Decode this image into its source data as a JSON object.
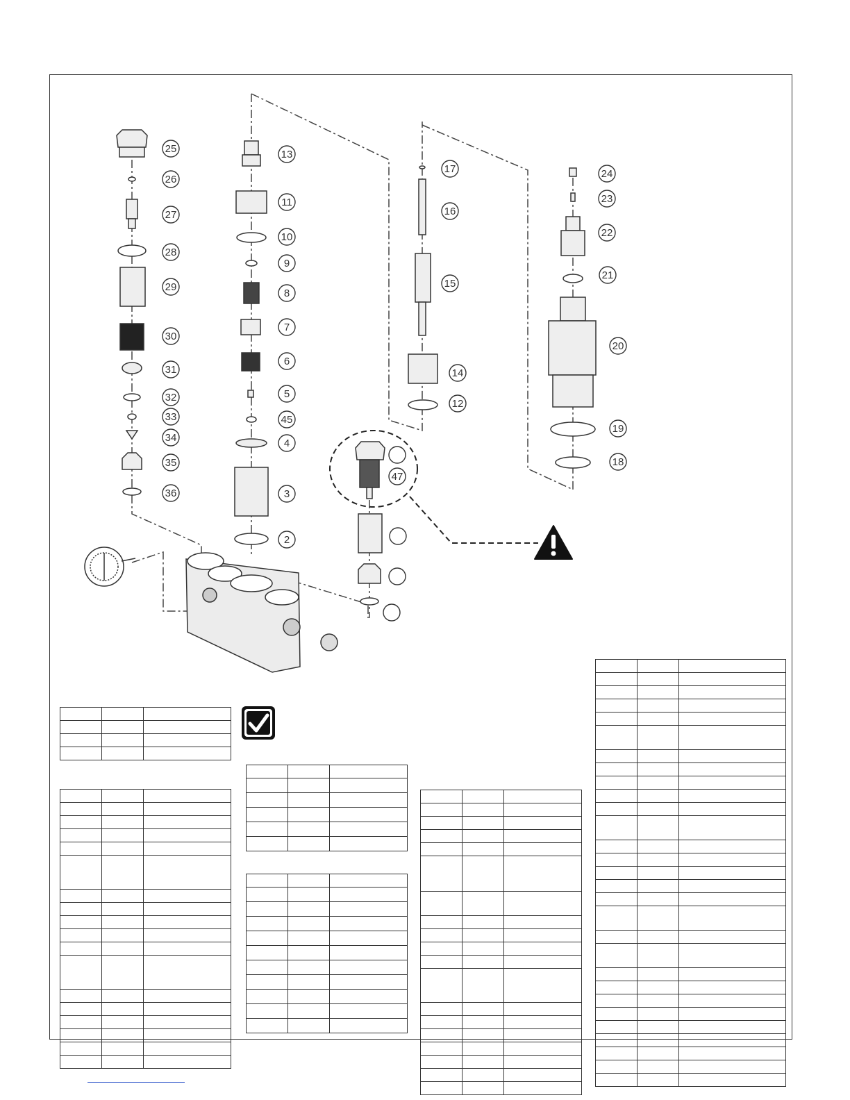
{
  "callouts": {
    "left_column": [
      "25",
      "26",
      "27",
      "28",
      "29",
      "30",
      "31",
      "32",
      "33",
      "34",
      "35",
      "36"
    ],
    "center_column": [
      "13",
      "11",
      "10",
      "9",
      "8",
      "7",
      "6",
      "5",
      "45",
      "4",
      "3",
      "2"
    ],
    "rod_column": [
      "17",
      "16",
      "15",
      "14",
      "12"
    ],
    "right_column": [
      "24",
      "23",
      "22",
      "21",
      "20",
      "19",
      "18"
    ],
    "valve_group": [
      "47"
    ]
  },
  "icons": {
    "warning": "warning-triangle-icon",
    "check": "checkmark-icon"
  },
  "tables": [
    {
      "id": "table-a",
      "rows": 4
    },
    {
      "id": "table-b",
      "rows": 18
    },
    {
      "id": "table-c",
      "rows": 6
    },
    {
      "id": "table-d",
      "rows": 11
    },
    {
      "id": "table-e",
      "rows": 19
    },
    {
      "id": "table-f",
      "rows": 29
    }
  ]
}
